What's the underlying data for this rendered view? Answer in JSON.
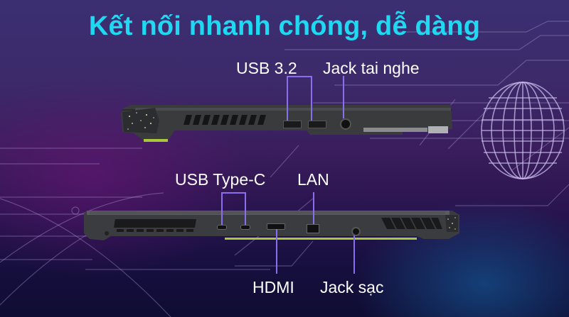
{
  "title": "Kết nối nhanh chóng, dễ dàng",
  "colors": {
    "title": "#1fd8f2",
    "leader_lines": "#8a6ef0",
    "background_top": "#3b2f72",
    "background_bottom": "#0f0d33",
    "laptop_body": "#3a3b3d",
    "accent_green": "#a8c83a"
  },
  "top_view": {
    "side": "right-side",
    "labels": {
      "usb": "USB 3.2",
      "headphone_jack": "Jack tai nghe"
    },
    "ports": [
      "usb-a",
      "usb-a",
      "headphone-jack"
    ]
  },
  "bottom_view": {
    "side": "left-side",
    "labels": {
      "usb_c": "USB Type-C",
      "lan": "LAN",
      "hdmi": "HDMI",
      "charging_jack": "Jack sạc"
    },
    "ports": [
      "usb-c",
      "usb-c",
      "hdmi",
      "lan",
      "dc-in"
    ]
  },
  "decor": {
    "globe_icon": "globe-icon"
  }
}
